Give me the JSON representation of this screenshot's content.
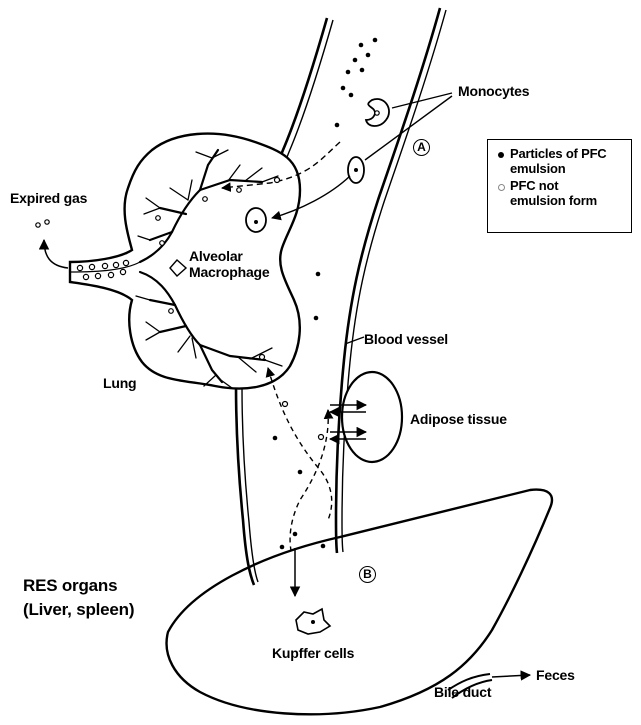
{
  "labels": {
    "monocytes": "Monocytes",
    "expired_gas": "Expired gas",
    "alveolar_macrophage_line1": "Alveolar",
    "alveolar_macrophage_line2": "Macrophage",
    "lung": "Lung",
    "blood_vessel": "Blood vessel",
    "adipose_tissue": "Adipose tissue",
    "res_organs_line1": "RES organs",
    "res_organs_line2": "(Liver, spleen)",
    "kupffer_cells": "Kupffer cells",
    "bile_duct": "Bile duct",
    "feces": "Feces"
  },
  "markers": {
    "a": "A",
    "b": "B"
  },
  "legend": {
    "items": [
      {
        "symbol": "filled-dot",
        "line1": "Particles of PFC",
        "line2": "emulsion"
      },
      {
        "symbol": "open-circle",
        "line1": "PFC not",
        "line2": "emulsion form"
      }
    ]
  }
}
